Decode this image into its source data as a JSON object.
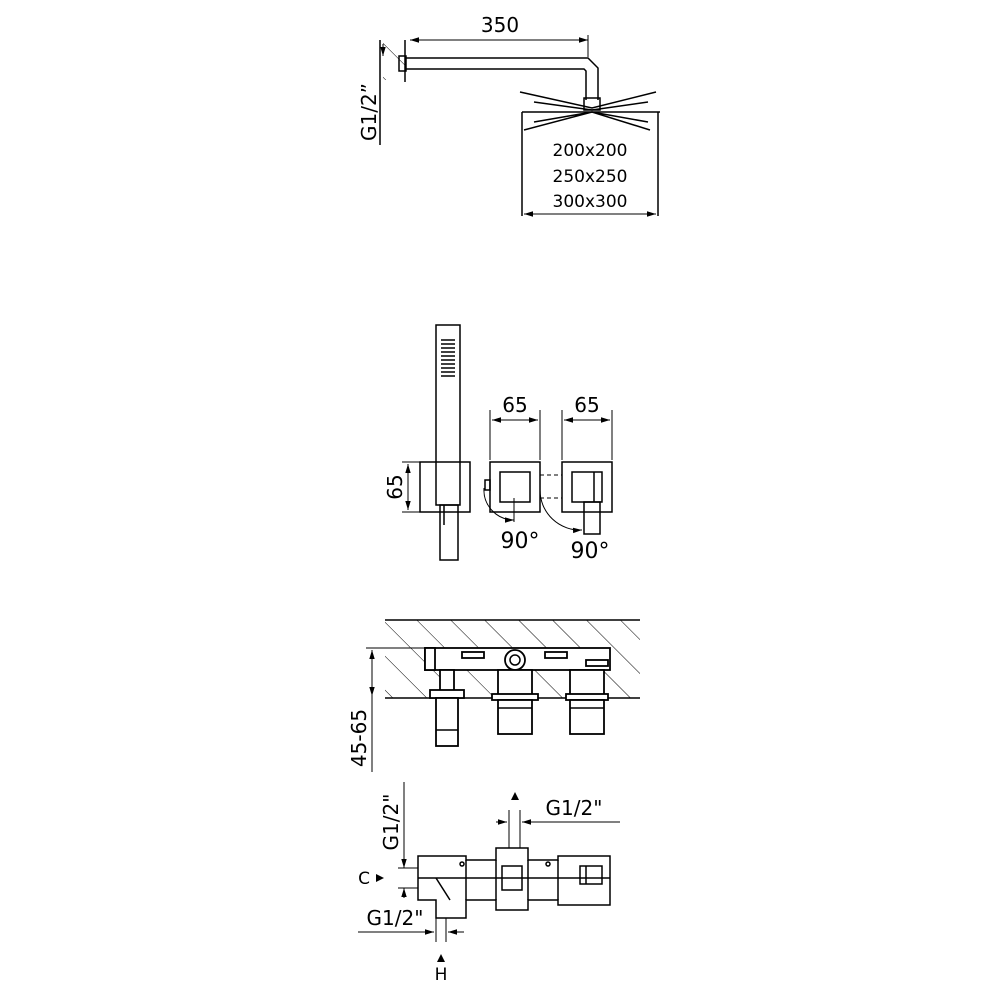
{
  "views": {
    "overhead_shower": {
      "arm_length": "350",
      "thread_size": "G1/2”",
      "head_sizes": [
        "200x200",
        "250x250",
        "300x300"
      ]
    },
    "front_view": {
      "plate_width_1": "65",
      "plate_width_2": "65",
      "plate_height": "65",
      "rotation_1": "90°",
      "rotation_2": "90°"
    },
    "side_view": {
      "embed_depth": "45-65"
    },
    "connection_view": {
      "thread_top_vertical": "G1/2\"",
      "thread_top_horizontal": "G1/2\"",
      "thread_bottom": "G1/2\"",
      "label_cold": "C",
      "label_hot": "H"
    }
  }
}
